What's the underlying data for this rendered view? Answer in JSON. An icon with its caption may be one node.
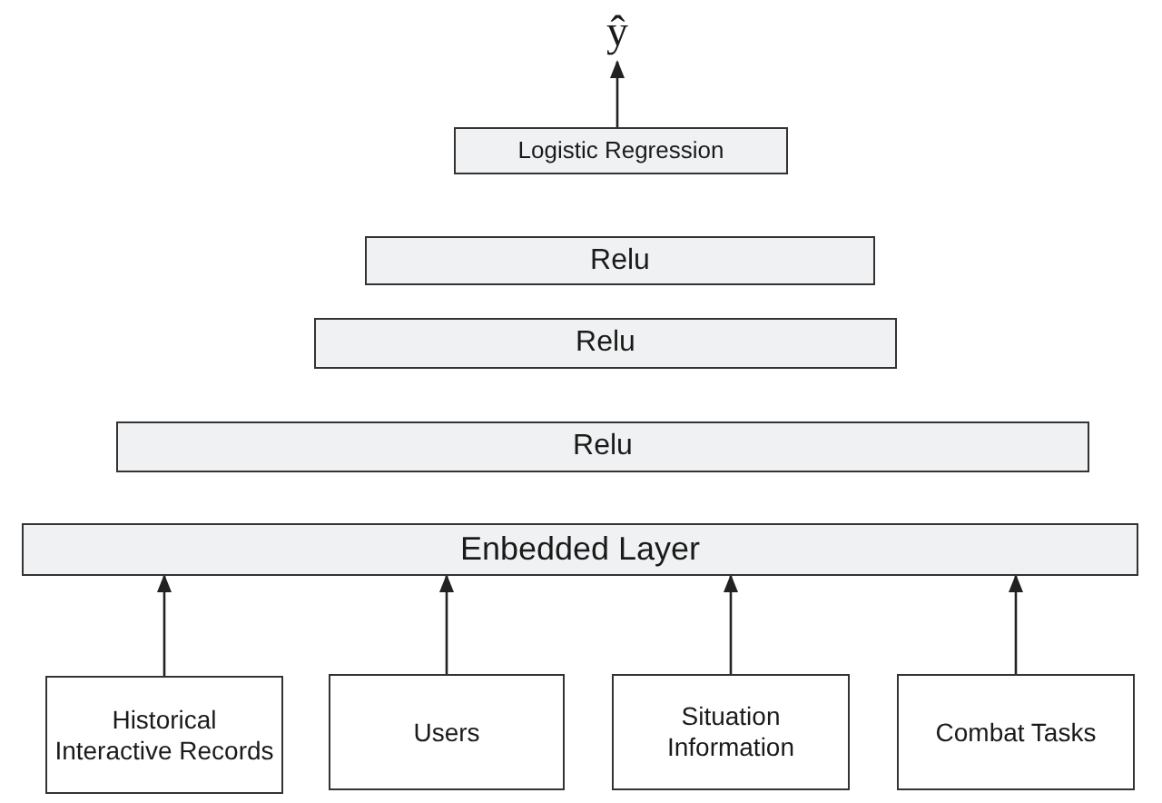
{
  "diagram": {
    "nodes": [
      {
        "text": [
          "ŷ"
        ]
      },
      {
        "text": [
          "Logistic Regression"
        ]
      },
      {
        "text": [
          "Relu"
        ]
      },
      {
        "text": [
          "Relu"
        ]
      },
      {
        "text": [
          "Relu"
        ]
      },
      {
        "text": [
          "Enbedded Layer"
        ]
      },
      {
        "text": [
          "Historical Interactive Records"
        ]
      },
      {
        "text": [
          "Users"
        ]
      },
      {
        "text": [
          "Situation Information"
        ]
      },
      {
        "text": [
          "Combat Tasks"
        ]
      }
    ],
    "edges": [
      {
        "from": 1,
        "to": 0,
        "arrow": "to"
      },
      {
        "from": 6,
        "to": 5,
        "arrow": "to"
      },
      {
        "from": 7,
        "to": 5,
        "arrow": "to"
      },
      {
        "from": 8,
        "to": 5,
        "arrow": "to"
      },
      {
        "from": 9,
        "to": 5,
        "arrow": "to"
      }
    ]
  }
}
